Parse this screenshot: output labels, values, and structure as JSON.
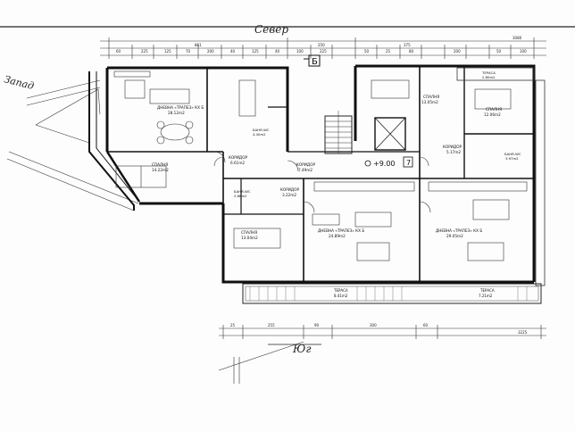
{
  "compass": {
    "north": "Север",
    "south": "Юг",
    "west": "Запад"
  },
  "section_mark": "Б",
  "level_mark": "+9.00",
  "axis_mark": "7",
  "dimensions_top_total": [
    "861",
    "250",
    "375",
    "3080"
  ],
  "dimensions_top_parts": [
    "60",
    "225",
    "125",
    "70",
    "200",
    "40",
    "125",
    "40",
    "100",
    "225",
    "50",
    "25",
    "80",
    "200",
    "50",
    "100"
  ],
  "dimensions_bottom": [
    "25",
    "255",
    "90",
    "300",
    "60",
    "3225"
  ],
  "rooms": [
    {
      "id": "living-a",
      "name": "ДНЕВНА «ТРАПЕЗ» КХ Б",
      "area": "28.12m2"
    },
    {
      "id": "bed-a",
      "name": "СПАЛНЯ",
      "area": "14.22m2"
    },
    {
      "id": "hall-a",
      "name": "КОРИДОР",
      "area": "6.61m2"
    },
    {
      "id": "bath-a",
      "name": "БАНЯ-WC",
      "area": "4.40m2"
    },
    {
      "id": "bath-a2",
      "name": "БАНЯ-WC",
      "area": "2.88m2"
    },
    {
      "id": "hall-common",
      "name": "КОРИДОР",
      "area": "7.49m2"
    },
    {
      "id": "hall-b",
      "name": "КОРИДОР",
      "area": "3.22m2"
    },
    {
      "id": "bed-b",
      "name": "СПАЛНЯ",
      "area": "13.04m2"
    },
    {
      "id": "living-b",
      "name": "ДНЕВНА «ТРАПЕЗ» КХ Б",
      "area": "24.89m2"
    },
    {
      "id": "bed-c",
      "name": "СПАЛНЯ",
      "area": "13.05m2"
    },
    {
      "id": "bed-d",
      "name": "СПАЛНЯ",
      "area": "12.06m2"
    },
    {
      "id": "hall-c",
      "name": "КОРИДОР",
      "area": "5.17m2"
    },
    {
      "id": "bath-c",
      "name": "БАНЯ-WC",
      "area": "3.97m2"
    },
    {
      "id": "living-c",
      "name": "ДНЕВНА «ТРАПЕЗ» КХ Б",
      "area": "29.05m2"
    },
    {
      "id": "terrace-b",
      "name": "ТЕРАСА",
      "area": "8.41m2"
    },
    {
      "id": "terrace-c",
      "name": "ТЕРАСА",
      "area": "7.21m2"
    },
    {
      "id": "terrace-top",
      "name": "ТЕРАСА",
      "area": "2.80m2"
    }
  ]
}
